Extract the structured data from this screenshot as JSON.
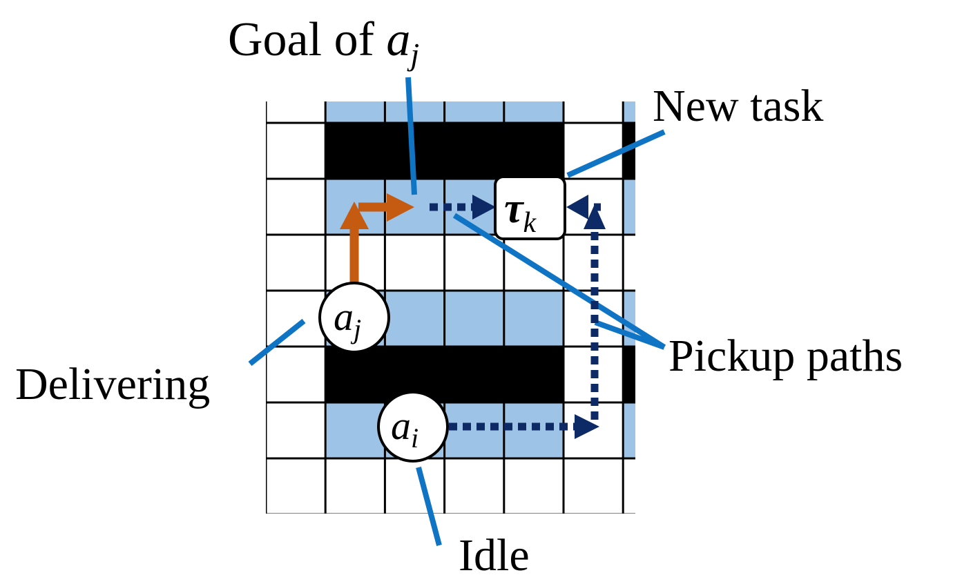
{
  "labels": {
    "goal": {
      "prefix": "Goal of ",
      "var": "a",
      "sub": "j"
    },
    "new_task": "New task",
    "pickup_paths": "Pickup paths",
    "delivering": "Delivering",
    "idle": "Idle"
  },
  "agents": {
    "aj": {
      "var": "a",
      "sub": "j"
    },
    "ai": {
      "var": "a",
      "sub": "i"
    }
  },
  "task": {
    "var": "τ",
    "sub": "k"
  },
  "colors": {
    "shelf_lane": "#9dc3e6",
    "obstacle": "#000000",
    "grid_line": "#000000",
    "callout_line": "#0f74c4",
    "delivery_path": "#c55a11",
    "pickup_path": "#0d2a66"
  },
  "grid": {
    "rows": 8,
    "cols": 7,
    "cells": [
      [
        "free",
        "lane",
        "lane",
        "lane",
        "lane",
        "free",
        "lane"
      ],
      [
        "free",
        "obstacle",
        "obstacle",
        "obstacle",
        "obstacle",
        "free",
        "obstacle"
      ],
      [
        "free",
        "lane",
        "lane",
        "lane",
        "lane",
        "free",
        "lane"
      ],
      [
        "free",
        "free",
        "free",
        "free",
        "free",
        "free",
        "free"
      ],
      [
        "free",
        "lane",
        "lane",
        "lane",
        "lane",
        "free",
        "lane"
      ],
      [
        "free",
        "obstacle",
        "obstacle",
        "obstacle",
        "obstacle",
        "free",
        "obstacle"
      ],
      [
        "free",
        "lane",
        "lane",
        "lane",
        "lane",
        "free",
        "lane"
      ],
      [
        "free",
        "free",
        "free",
        "free",
        "free",
        "free",
        "free"
      ]
    ]
  }
}
